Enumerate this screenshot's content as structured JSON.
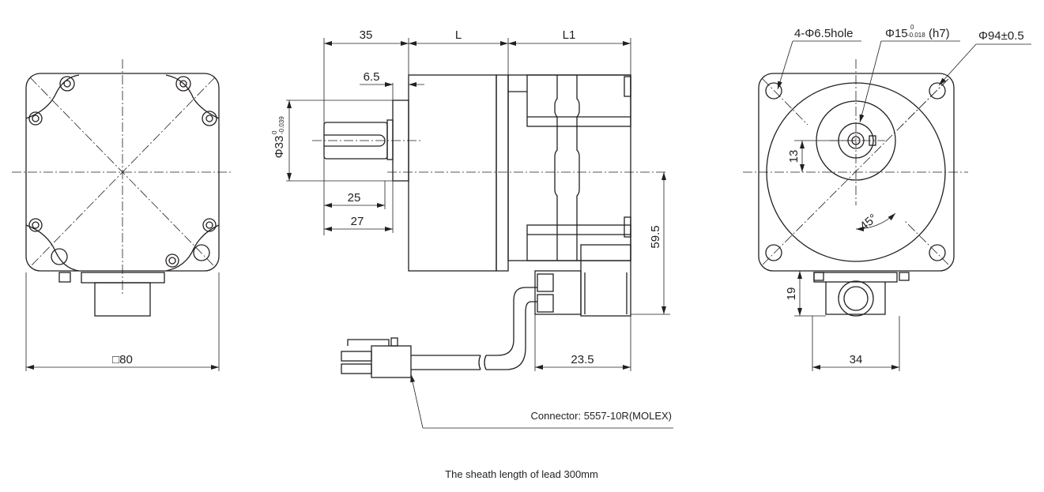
{
  "drawing": {
    "left_view": {
      "dim_square": "□80"
    },
    "side_view": {
      "dim_35": "35",
      "dim_L": "L",
      "dim_L1": "L1",
      "dim_6_5": "6.5",
      "dim_phi33": "Φ33",
      "tol_phi33_upper": "0",
      "tol_phi33_lower": "-0.039",
      "dim_25": "25",
      "dim_27": "27",
      "dim_59_5": "59.5",
      "dim_23_5": "23.5",
      "connector_label": "Connector: 5557-10R(MOLEX)"
    },
    "front_view": {
      "holes_label": "4-Φ6.5hole",
      "shaft_label": "Φ15",
      "shaft_tol_upper": "0",
      "shaft_tol_lower": "-0.018",
      "shaft_fit": "(h7)",
      "pcd_label": "Φ94±0.5",
      "dim_13": "13",
      "angle_label": "45°",
      "dim_19": "19",
      "dim_34": "34"
    },
    "footnote": "The sheath length of lead 300mm"
  }
}
